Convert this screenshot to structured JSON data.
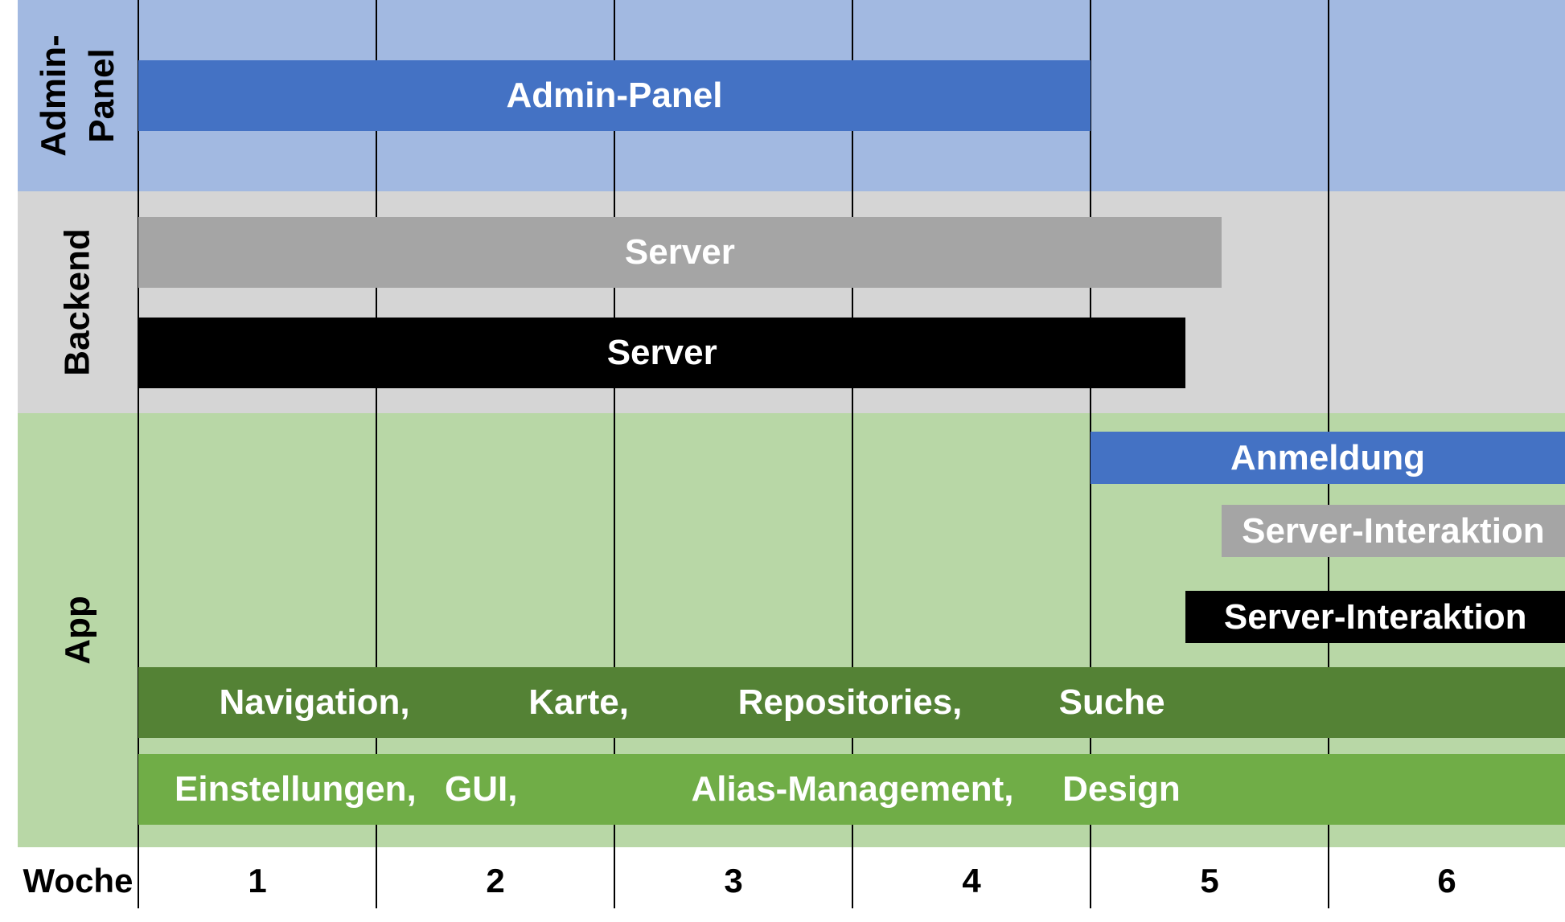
{
  "rows": [
    {
      "id": "admin",
      "label": "Admin-\nPanel",
      "color": "#a2b9e1"
    },
    {
      "id": "backend",
      "label": "Backend",
      "color": "#d5d5d5"
    },
    {
      "id": "app",
      "label": "App",
      "color": "#b8d7a6"
    }
  ],
  "axis": {
    "label": "Woche",
    "weeks": [
      "1",
      "2",
      "3",
      "4",
      "5",
      "6"
    ]
  },
  "bars": [
    {
      "name": "admin-panel-bar",
      "row": "admin",
      "label": "Admin-Panel",
      "start_week": 0,
      "end_week": 4.0,
      "color": "#4472c4",
      "text_color": "#ffffff"
    },
    {
      "name": "server-grey-bar",
      "row": "backend",
      "label": "Server",
      "start_week": 0,
      "end_week": 4.55,
      "color": "#a5a5a5",
      "text_color": "#ffffff"
    },
    {
      "name": "server-black-bar",
      "row": "backend",
      "label": "Server",
      "start_week": 0,
      "end_week": 4.4,
      "color": "#000000",
      "text_color": "#ffffff"
    },
    {
      "name": "anmeldung-bar",
      "row": "app",
      "label": "Anmeldung",
      "start_week": 4.0,
      "end_week": 6.0,
      "color": "#4472c4",
      "text_color": "#ffffff"
    },
    {
      "name": "server-interaktion-grey-bar",
      "row": "app",
      "label": "Server-Interaktion",
      "start_week": 4.55,
      "end_week": 6.0,
      "color": "#a5a5a5",
      "text_color": "#ffffff"
    },
    {
      "name": "server-interaktion-black-bar",
      "row": "app",
      "label": "Server-Interaktion",
      "start_week": 4.4,
      "end_week": 6.0,
      "color": "#000000",
      "text_color": "#ffffff"
    },
    {
      "name": "app-dark-green-bar",
      "row": "app",
      "segments": [
        "Navigation,",
        "Karte,",
        "Repositories,",
        "Suche"
      ],
      "start_week": 0,
      "end_week": 6.0,
      "color": "#548235",
      "text_color": "#ffffff"
    },
    {
      "name": "app-light-green-bar",
      "row": "app",
      "segments": [
        "Einstellungen,",
        "GUI,",
        "Alias-Management,",
        "Design"
      ],
      "start_week": 0,
      "end_week": 6.0,
      "color": "#70ad47",
      "text_color": "#ffffff"
    }
  ]
}
